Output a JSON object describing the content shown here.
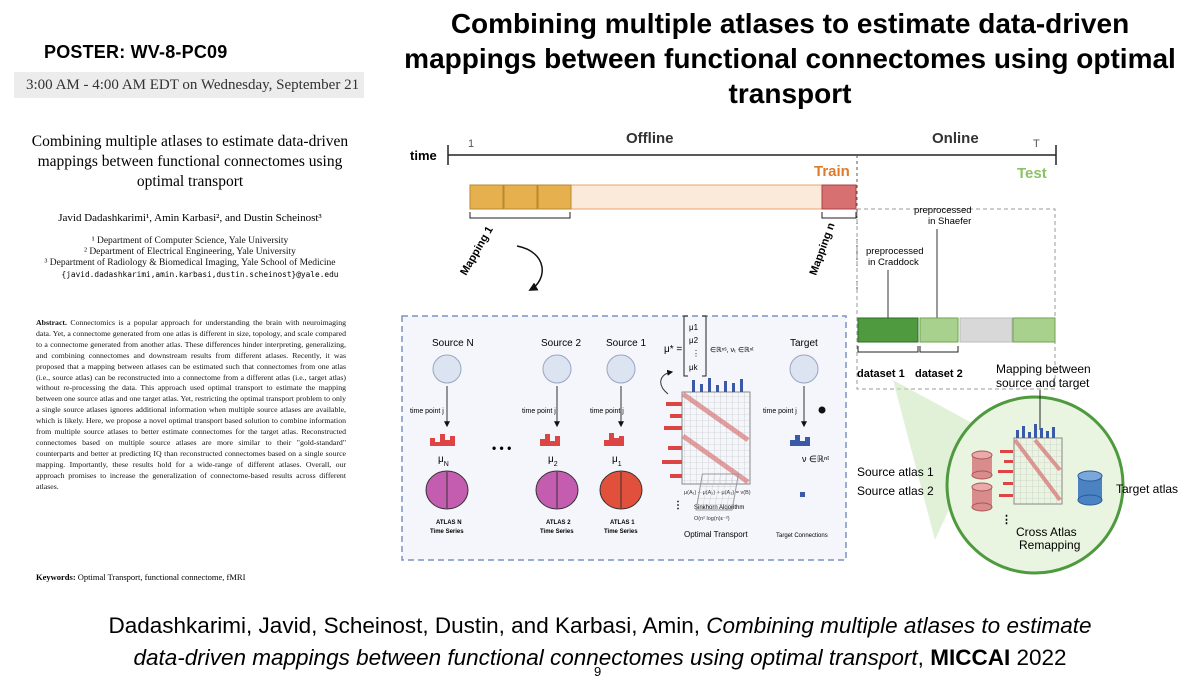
{
  "poster_label": "POSTER: WV-8-PC09",
  "session_time": "3:00 AM - 4:00 AM EDT on Wednesday, September 21",
  "slide_title": "Combining multiple atlases to estimate data-driven mappings between functional connectomes using optimal transport",
  "paper": {
    "title": "Combining multiple atlases to estimate data-driven mappings between functional connectomes using optimal transport",
    "authors": "Javid Dadashkarimi¹, Amin Karbasi², and Dustin Scheinost³",
    "affiliations": [
      "¹ Department of Computer Science, Yale University",
      "² Department of Electrical Engineering, Yale University",
      "³ Department of Radiology & Biomedical Imaging, Yale School of Medicine"
    ],
    "emails": "{javid.dadashkarimi,amin.karbasi,dustin.scheinost}@yale.edu",
    "abstract_label": "Abstract.",
    "abstract_text": "Connectomics is a popular approach for understanding the brain with neuroimaging data. Yet, a connectome generated from one atlas is different in size, topology, and scale compared to a connectome generated from another atlas. These differences hinder interpreting, generalizing, and combining connectomes and downstream results from different atlases. Recently, it was proposed that a mapping between atlases can be estimated such that connectomes from one atlas (i.e., source atlas) can be reconstructed into a connectome from a different atlas (i.e., target atlas) without re-processing the data. This approach used optimal transport to estimate the mapping between one source atlas and one target atlas. Yet, restricting the optimal transport problem to only a single source atlases ignores additional information when multiple source atlases are available, which is likely. Here, we propose a novel optimal transport based solution to combine information from multiple source atlases to better estimate connectomes for the target atlas. Reconstructed connectomes based on multiple source atlases are more similar to their \"gold-standard\" counterparts and better at predicting IQ than reconstructed connectomes based on a single source mapping. Importantly, these results hold for a wide-range of different atlases. Overall, our approach promises to increase the generalization of connectome-based results across different atlases.",
    "keywords_label": "Keywords:",
    "keywords_text": "Optimal Transport, functional connectome, fMRI"
  },
  "figure": {
    "time_label": "time",
    "tick_start": "1",
    "tick_end": "T",
    "offline_label": "Offline",
    "online_label": "Online",
    "train_label": "Train",
    "test_label": "Test",
    "mapping_1": "Mapping 1",
    "mapping_n": "Mapping n",
    "preprocessed_shaefer": [
      "preprocessed",
      "in Shaefer"
    ],
    "preprocessed_craddock": [
      "preprocessed",
      "in Craddock"
    ],
    "dataset_1": "dataset 1",
    "dataset_2": "dataset 2",
    "mapping_between": [
      "Mapping between",
      "source and target"
    ],
    "source_atlas_1": "Source atlas 1",
    "source_atlas_2": "Source atlas 2",
    "target_atlas": "Target atlas",
    "cross_atlas": [
      "Cross Atlas",
      "Remapping"
    ],
    "sources": [
      {
        "name": "Source N",
        "mu": "μ",
        "sub": "N",
        "atlas": "ATLAS N"
      },
      {
        "name": "Source 2",
        "mu": "μ",
        "sub": "2",
        "atlas": "ATLAS 2"
      },
      {
        "name": "Source 1",
        "mu": "μ",
        "sub": "1",
        "atlas": "ATLAS 1"
      }
    ],
    "target_name": "Target",
    "time_point": "time point j",
    "time_series": "Time Series",
    "ellipsis": "• • •",
    "optimal_transport": "Optimal Transport",
    "sinkhorn": "Sinkhorn Algorithm",
    "target_connections": "Target Connections",
    "colors": {
      "train": "#e07b2a",
      "test": "#8cc265",
      "orange_box": "#e6b04e",
      "red_box": "#d77070",
      "green_dark": "#4f9a3e",
      "green_light": "#a9d18e"
    }
  },
  "citation": {
    "line1_plain": "Dadashkarimi, Javid, Scheinost, Dustin, and Karbasi, Amin,",
    "line1_italic": "Combining multiple atlases to estimate",
    "line2_italic": "data-driven mappings between functional connectomes using optimal transport",
    "line2_sep": ",",
    "venue": "MICCAI",
    "year": "2022"
  },
  "page_number": "9"
}
